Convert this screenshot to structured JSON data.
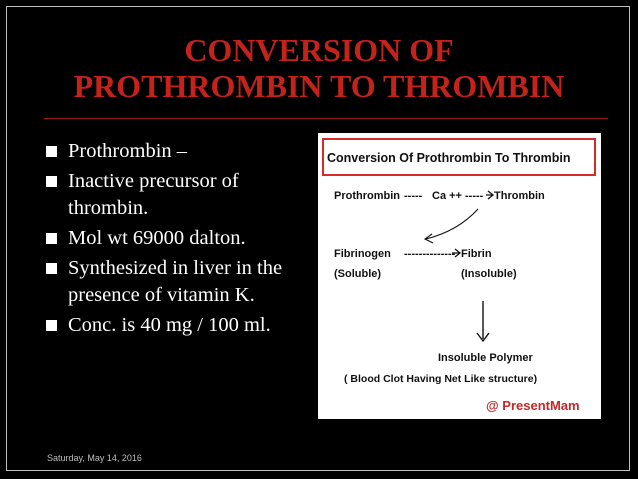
{
  "slide": {
    "title_line1": "CONVERSION OF",
    "title_line2": "PROTHROMBIN TO THROMBIN",
    "bullets": [
      "Prothrombin –",
      "Inactive precursor of thrombin.",
      "Mol wt 69000 dalton.",
      "Synthesized in liver in the presence of vitamin K.",
      "Conc. is 40 mg / 100 ml."
    ],
    "footer_date": "Saturday, May 14, 2016"
  },
  "diagram": {
    "heading": "Conversion Of Prothrombin To Thrombin",
    "step1_left": "Prothrombin",
    "step1_dashes": "-----",
    "step1_middle": "Ca ++",
    "step1_dashes2": "-----",
    "step1_right": "Thrombin",
    "step2_left": "Fibrinogen",
    "step2_left_sub": "(Soluble)",
    "step2_dashes": "--------------",
    "step2_right": "Fibrin",
    "step2_right_sub": "(Insoluble)",
    "result": "Insoluble Polymer",
    "result_sub": "( Blood Clot Having Net Like structure)",
    "watermark": "@ PresentMam"
  },
  "colors": {
    "title": "#c4221b",
    "heading_box": "#d62b2b",
    "watermark": "#c62828"
  }
}
